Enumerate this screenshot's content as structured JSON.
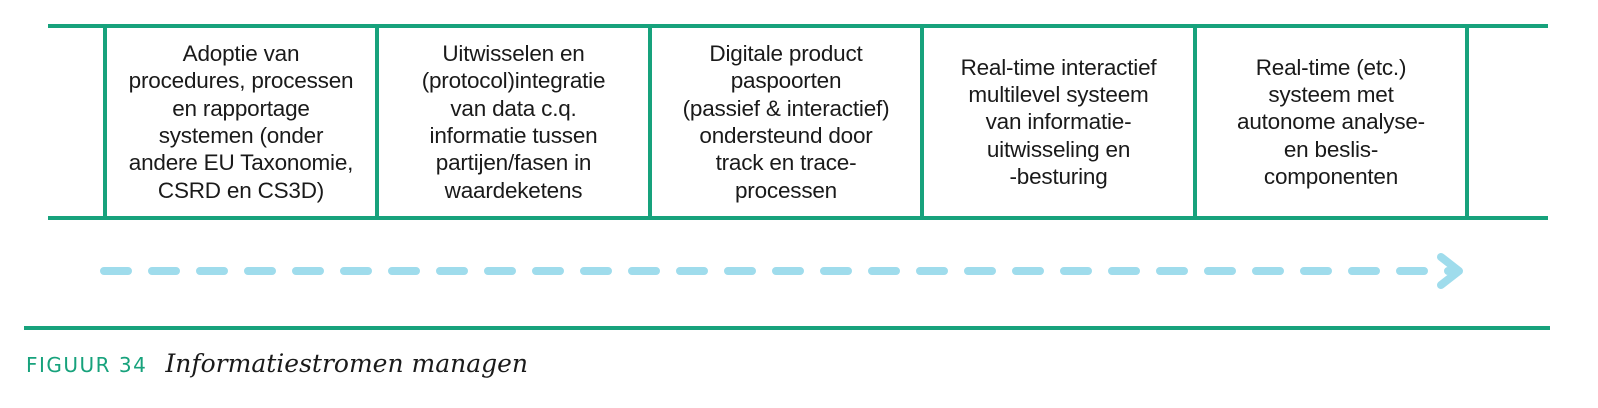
{
  "colors": {
    "rule": "#17a27c",
    "arrow": "#9fdcec",
    "caption_number": "#17a27c",
    "text": "#1a1a1a"
  },
  "steps": [
    {
      "text": "Adoptie van\nprocedures, processen\nen rapportage\nsystemen (onder\nandere EU Taxonomie,\nCSRD en CS3D)"
    },
    {
      "text": "Uitwisselen en\n(protocol)integratie\nvan data c.q.\ninformatie tussen\npartijen/fasen in\nwaardeketens"
    },
    {
      "text": "Digitale product\npaspoorten\n(passief & interactief)\nondersteund door\ntrack en trace-\nprocessen"
    },
    {
      "text": "Real-time interactief\nmultilevel systeem\nvan informatie-\nuitwisseling en\n-besturing"
    },
    {
      "text": "Real-time (etc.)\nsysteem met\nautonome analyse-\nen beslis-\ncomponenten"
    }
  ],
  "arrow": {
    "icon": "dashed-right-arrow-icon"
  },
  "caption": {
    "number": "FIGUUR 34",
    "title": "Informatiestromen managen"
  }
}
